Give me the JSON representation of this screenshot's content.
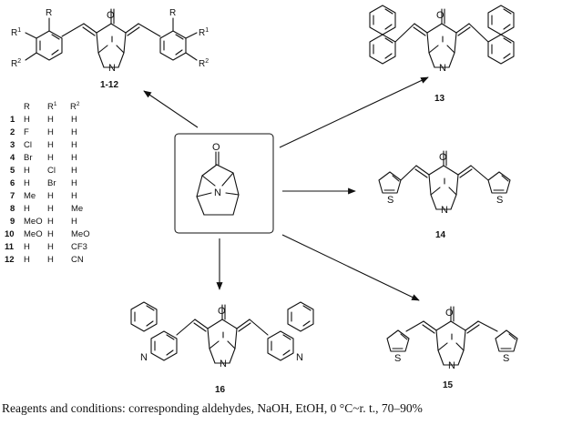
{
  "center": {
    "atoms": {
      "o": "O",
      "n": "N"
    }
  },
  "labels": {
    "r": "R",
    "r1": "R",
    "r1_sup": "1",
    "r2": "R",
    "r2_sup": "2",
    "o": "O",
    "n": "N",
    "s": "S"
  },
  "compounds": {
    "c1_12": "1-12",
    "c13": "13",
    "c14": "14",
    "c15": "15",
    "c16": "16"
  },
  "table": {
    "headers": [
      "R",
      "R1",
      "R2"
    ],
    "header_display": {
      "r": "R",
      "r1": "R",
      "r1_sup": "1",
      "r2": "R",
      "r2_sup": "2"
    },
    "rows": [
      {
        "num": "1",
        "r": "H",
        "r1": "H",
        "r2": "H"
      },
      {
        "num": "2",
        "r": "F",
        "r1": "H",
        "r2": "H"
      },
      {
        "num": "3",
        "r": "Cl",
        "r1": "H",
        "r2": "H"
      },
      {
        "num": "4",
        "r": "Br",
        "r1": "H",
        "r2": "H"
      },
      {
        "num": "5",
        "r": "H",
        "r1": "Cl",
        "r2": "H"
      },
      {
        "num": "6",
        "r": "H",
        "r1": "Br",
        "r2": "H"
      },
      {
        "num": "7",
        "r": "Me",
        "r1": "H",
        "r2": "H"
      },
      {
        "num": "8",
        "r": "H",
        "r1": "H",
        "r2": "Me"
      },
      {
        "num": "9",
        "r": "MeO",
        "r1": "H",
        "r2": "H"
      },
      {
        "num": "10",
        "r": "MeO",
        "r1": "H",
        "r2": "MeO"
      },
      {
        "num": "11",
        "r": "H",
        "r1": "H",
        "r2": "CF3"
      },
      {
        "num": "12",
        "r": "H",
        "r1": "H",
        "r2": "CN"
      }
    ]
  },
  "footnote": {
    "text": "Reagents and conditions: corresponding aldehydes, NaOH, EtOH, 0 °C~r. t., 70–90%"
  }
}
